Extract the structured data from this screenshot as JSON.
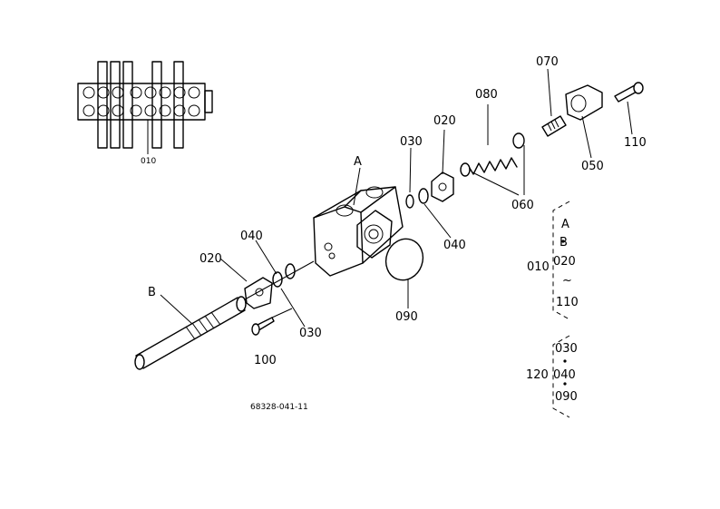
{
  "diagram": {
    "drawing_number": "68328-041-11",
    "callouts": {
      "p010_assembly": "010",
      "p020_top": "020",
      "p020_left": "020",
      "p030_top": "030",
      "p030_bottom": "030",
      "p040_left": "040",
      "p040_right": "040",
      "p050": "050",
      "p060": "060",
      "p070": "070",
      "p080": "080",
      "p090": "090",
      "p100": "100",
      "p110": "110",
      "ref_A": "A",
      "ref_B": "B"
    },
    "legend": {
      "group1": {
        "code": "010",
        "items": [
          "A",
          "B",
          "020",
          "~",
          "110"
        ]
      },
      "group2": {
        "code": "120",
        "items": [
          "030",
          "040",
          "090"
        ]
      }
    }
  }
}
